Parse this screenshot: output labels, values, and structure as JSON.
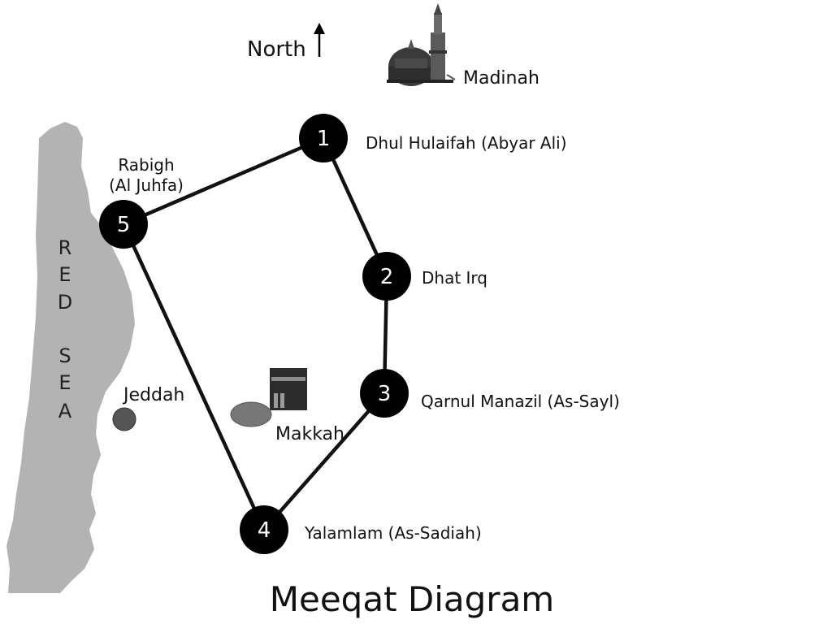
{
  "compass": {
    "label": "North"
  },
  "madinah": {
    "label": "Madinah"
  },
  "sea": {
    "letters": [
      "R",
      "E",
      "D",
      "S",
      "E",
      "A"
    ]
  },
  "stations": [
    {
      "number": "1",
      "name": "Dhul Hulaifah (Abyar Ali)"
    },
    {
      "number": "2",
      "name": "Dhat Irq"
    },
    {
      "number": "3",
      "name": "Qarnul Manazil (As-Sayl)"
    },
    {
      "number": "4",
      "name": "Yalamlam (As-Sadiah)"
    },
    {
      "number": "5",
      "name_line1": "Rabigh",
      "name_line2": "(Al Juhfa)"
    }
  ],
  "cities": {
    "jeddah": "Jeddah",
    "makkah": "Makkah"
  },
  "title": "Meeqat Diagram"
}
